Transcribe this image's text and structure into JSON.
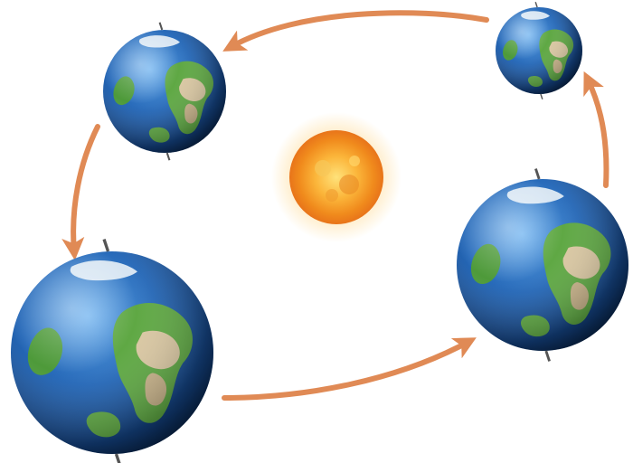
{
  "diagram": {
    "sun": {
      "icon": "sun-icon"
    },
    "earths": [
      {
        "name": "earth-top-left",
        "icon": "earth-globe-icon"
      },
      {
        "name": "earth-top-right",
        "icon": "earth-globe-icon"
      },
      {
        "name": "earth-right",
        "icon": "earth-globe-icon"
      },
      {
        "name": "earth-bottom-left",
        "icon": "earth-globe-icon"
      }
    ],
    "orbit_arrows": [
      {
        "name": "arrow-top",
        "icon": "curved-arrow-icon"
      },
      {
        "name": "arrow-left",
        "icon": "curved-arrow-icon"
      },
      {
        "name": "arrow-bottom",
        "icon": "curved-arrow-icon"
      },
      {
        "name": "arrow-right",
        "icon": "curved-arrow-icon"
      }
    ],
    "colors": {
      "arrow": "#E08A55",
      "ocean": "#1E5FA8",
      "land": "#4E9A3A",
      "sun": "#F5A623",
      "background": "#FFFFFF"
    }
  }
}
